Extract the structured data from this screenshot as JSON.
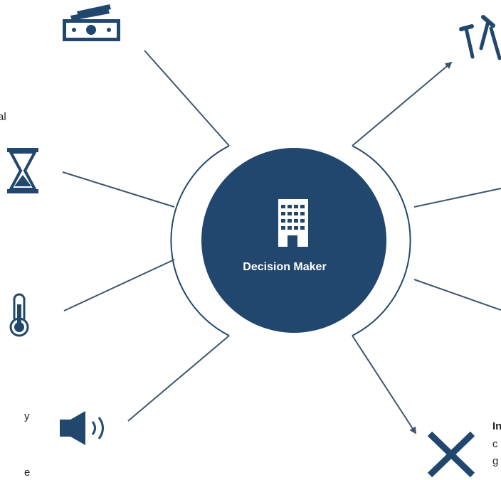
{
  "center": {
    "label": "Decision Maker",
    "icon": "building-icon"
  },
  "colors": {
    "primary": "#22476e",
    "line": "#3d5570",
    "background": "#ffffff"
  },
  "left_items": [
    {
      "icon": "money-icon"
    },
    {
      "icon": "hourglass-icon"
    },
    {
      "icon": "thermometer-icon"
    },
    {
      "icon": "speaker-icon"
    }
  ],
  "right_items": [
    {
      "icon": "tools-icon"
    },
    {
      "icon": "x-icon"
    }
  ],
  "edge_text": {
    "left_1": "al",
    "left_2": "y",
    "left_3": "e",
    "right_1": "In",
    "right_2": "c",
    "right_3": "g"
  }
}
